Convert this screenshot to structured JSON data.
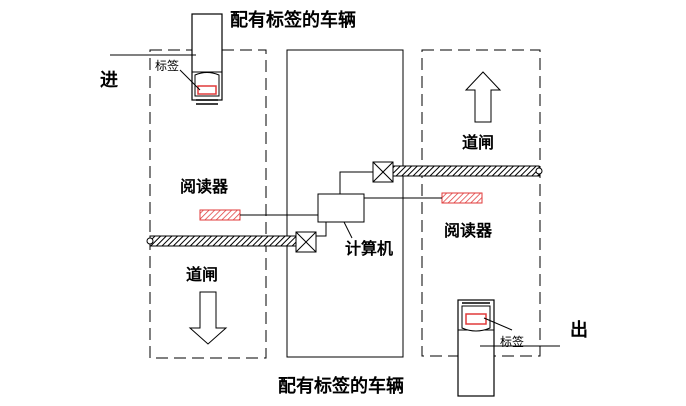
{
  "labels": {
    "vehicle_top": "配有标签的车辆",
    "vehicle_bottom": "配有标签的车辆",
    "tag_left": "标签",
    "tag_right": "标签",
    "entry": "进",
    "exit": "出",
    "reader_left": "阅读器",
    "reader_right": "阅读器",
    "gate_left": "道闸",
    "gate_right": "道闸",
    "computer": "计算机"
  },
  "colors": {
    "line": "#000000",
    "reader": "#e03a3a",
    "background": "#ffffff"
  },
  "icons": {
    "entry_arrow": "down-arrow-icon",
    "exit_arrow": "up-arrow-icon",
    "gate_motor": "x-box-icon"
  }
}
